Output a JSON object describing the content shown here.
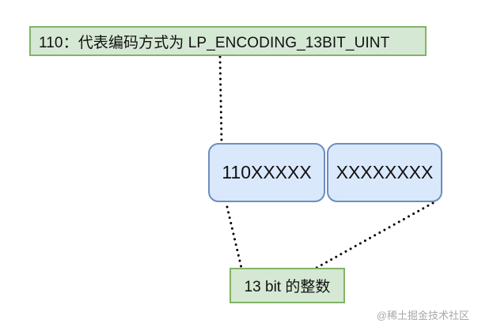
{
  "diagram": {
    "encoding_note": "110：代表编码方式为 LP_ENCODING_13BIT_UINT",
    "byte1_bits": "110XXXXX",
    "byte2_bits": "XXXXXXXX",
    "integer_note": "13 bit 的整数"
  },
  "watermark": {
    "text": "@稀土掘金技术社区"
  },
  "colors": {
    "note_fill": "#d5e8d4",
    "note_border": "#82b366",
    "byte_fill": "#dae8fc",
    "byte_border": "#6c8ebf",
    "connector": "#000000"
  }
}
